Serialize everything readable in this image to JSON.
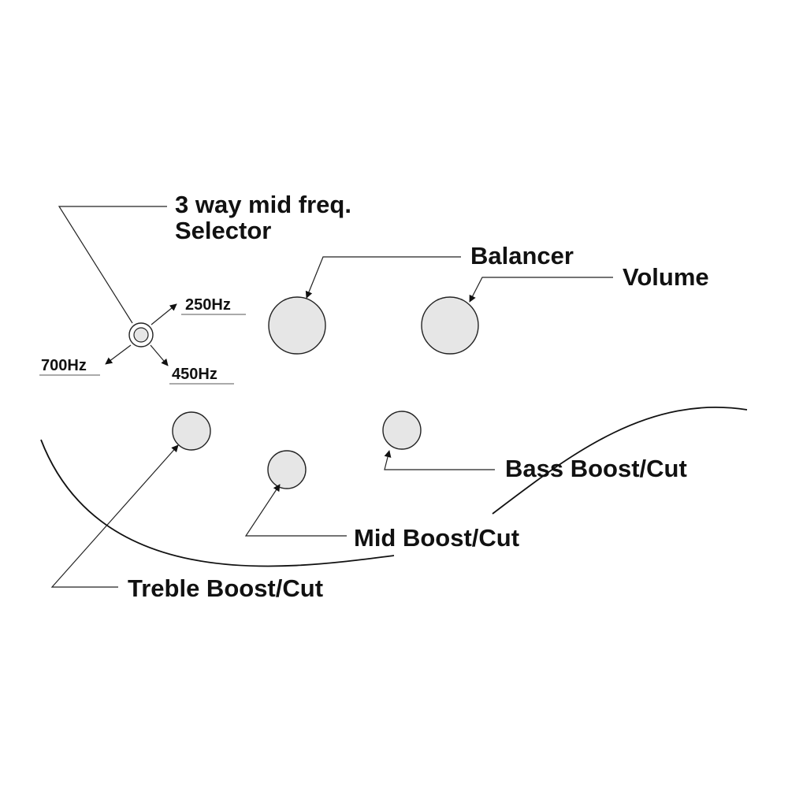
{
  "labels": {
    "selector_line1": "3 way mid freq.",
    "selector_line2": "Selector",
    "balancer": "Balancer",
    "volume": "Volume",
    "bass": "Bass Boost/Cut",
    "mid": "Mid Boost/Cut",
    "treble": "Treble Boost/Cut",
    "hz250": "250Hz",
    "hz450": "450Hz",
    "hz700": "700Hz"
  },
  "colors": {
    "knob_fill": "#e6e6e6",
    "outline": "#222222",
    "text": "#111111"
  }
}
